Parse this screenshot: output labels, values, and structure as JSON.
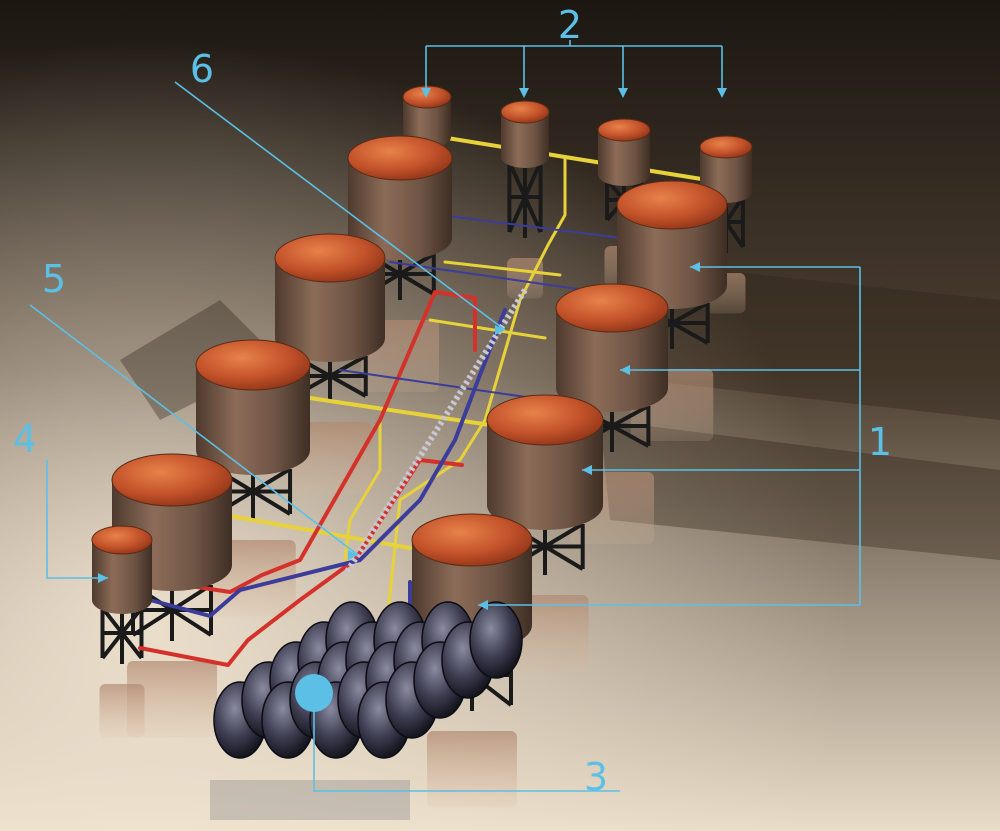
{
  "figure": {
    "background": {
      "top": "#1c1712",
      "bottom": "#e9dcc8"
    },
    "tank_top_color": "#c85a2a",
    "tank_side_color": "#7a5a48",
    "frame_color": "#1a1a1a",
    "pipe_colors": {
      "yellow": "#e8d23a",
      "red": "#d4312a",
      "blue": "#3c3c9a"
    },
    "annotation_color": "#5cc0e6"
  },
  "callouts": [
    {
      "id": "1",
      "label": "1"
    },
    {
      "id": "2",
      "label": "2"
    },
    {
      "id": "3",
      "label": "3"
    },
    {
      "id": "4",
      "label": "4"
    },
    {
      "id": "5",
      "label": "5"
    },
    {
      "id": "6",
      "label": "6"
    }
  ]
}
